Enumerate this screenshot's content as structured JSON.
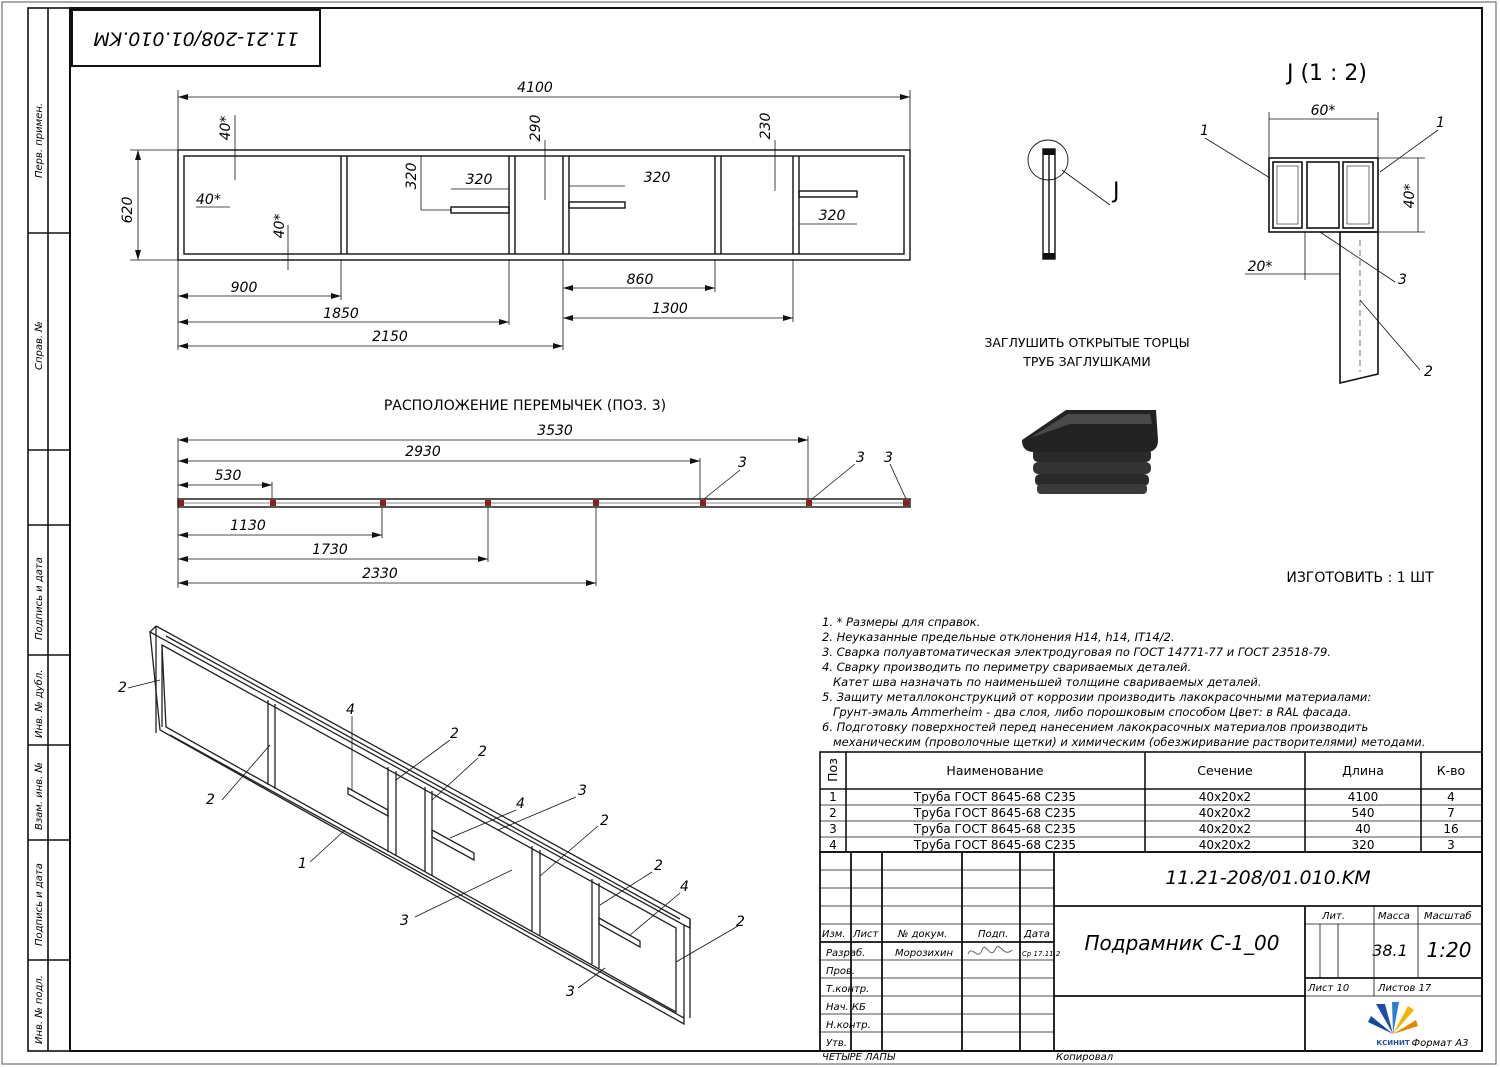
{
  "drawing_number": "11.21-208/01.010.KM",
  "side_stamps": [
    "Перв. примен.",
    "Справ. №",
    "Подпись и дата",
    "Инв. № дубл.",
    "Взам. инв. №",
    "Подпись и дата",
    "Инв. № подл."
  ],
  "top_view": {
    "overall_length": "4100",
    "height": "620",
    "t1": "40*",
    "t2": "40*",
    "t3": "40*",
    "d290": "290",
    "d230": "230",
    "d320v": "320",
    "d320a": "320",
    "d320b": "320",
    "d320c": "320",
    "d900": "900",
    "d1850": "1850",
    "d2150": "2150",
    "d860": "860",
    "d1300": "1300"
  },
  "detail_view": {
    "callout": "J",
    "title": "J (1 : 2)",
    "width": "60*",
    "height": "40*",
    "offset": "20*",
    "pos1a": "1",
    "pos1b": "1",
    "pos2": "2",
    "pos3": "3"
  },
  "plug_note": {
    "line1": "ЗАГЛУШИТЬ ОТКРЫТЫЕ ТОРЦЫ",
    "line2": "ТРУБ ЗАГЛУШКАМИ"
  },
  "bridge_layout": {
    "title": "РАСПОЛОЖЕНИЕ ПЕРЕМЫЧЕК (ПОЗ. 3)",
    "d3530": "3530",
    "d2930": "2930",
    "d530": "530",
    "d1130": "1130",
    "d1730": "1730",
    "d2330": "2330",
    "pos_a": "3",
    "pos_b": "3",
    "pos_c": "3"
  },
  "quantity_note": "ИЗГОТОВИТЬ : 1 ШТ",
  "iso_labels": {
    "l2a": "2",
    "l2b": "2",
    "l4a": "4",
    "l2c": "2",
    "l2d": "2",
    "l4b": "4",
    "l3a": "3",
    "l2e": "2",
    "l1": "1",
    "l2f": "2",
    "l4c": "4",
    "l3b": "3",
    "l2g": "2",
    "l3c": "3"
  },
  "notes": [
    "1. * Размеры для справок.",
    "2. Неуказанные предельные отклонения H14, h14,  IT14/2.",
    "3. Сварка полуавтоматическая электродуговая по ГОСТ 14771-77 и ГОСТ 23518-79.",
    "4. Сварку производить по периметру свариваемых деталей.",
    "   Катет шва назначать по наименьшей толщине свариваемых деталей.",
    "5. Защиту металлоконструкций от коррозии производить лакокрасочными материалами:",
    "   Грунт-эмаль Ammerheim - два слоя, либо порошковым способом Цвет: в RAL фасада.",
    "6.  Подготовку поверхностей перед нанесением лакокрасочных материалов производить",
    "   механическим (проволочные щетки) и химическим (обезжиривание растворителями) методами."
  ],
  "spec_table": {
    "headers": [
      "Поз",
      "Наименование",
      "Сечение",
      "Длина",
      "К-во"
    ],
    "rows": [
      [
        "1",
        "Труба ГОСТ 8645-68 С235",
        "40x20x2",
        "4100",
        "4"
      ],
      [
        "2",
        "Труба ГОСТ 8645-68 С235",
        "40x20x2",
        "540",
        "7"
      ],
      [
        "3",
        "Труба ГОСТ 8645-68 С235",
        "40x20x2",
        "40",
        "16"
      ],
      [
        "4",
        "Труба ГОСТ 8645-68 С235",
        "40x20x2",
        "320",
        "3"
      ]
    ]
  },
  "title_block": {
    "code": "11.21-208/01.010.KM",
    "name": "Подрамник  С-1_00",
    "col_izm": "Изм.",
    "col_list": "Лист",
    "col_doc": "№ докум.",
    "col_sign": "Подп.",
    "col_date": "Дата",
    "role_razrab": "Разраб.",
    "role_prov": "Пров.",
    "role_tkontr": "Т.контр.",
    "role_nach": "Нач. КБ",
    "role_nkontr": "Н.контр.",
    "role_utv": "Утв.",
    "developer": "Морозихин",
    "dev_date": "Ср 17.11.2",
    "lit_label": "Лит.",
    "mass_label": "Масса",
    "scale_label": "Масштаб",
    "mass": "38.1",
    "scale": "1:20",
    "sheet": "Лист 10",
    "sheets": "Листов 17",
    "company": "КСИНИТ",
    "footer_left": "ЧЕТЫРЕ ЛАПЫ",
    "footer_copy": "Копировал",
    "footer_format": "Формат А3"
  }
}
